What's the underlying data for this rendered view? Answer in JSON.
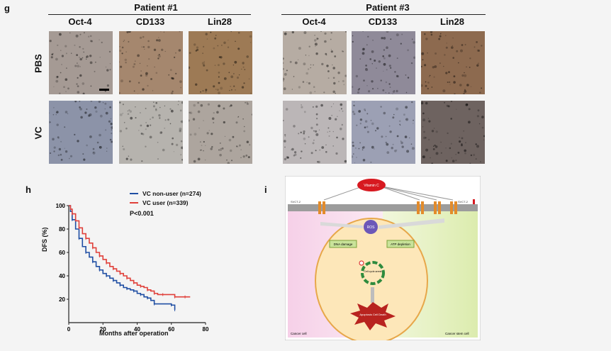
{
  "panels": {
    "g": "g",
    "h": "h",
    "i": "i"
  },
  "ihc": {
    "patients": [
      {
        "title": "Patient #1"
      },
      {
        "title": "Patient #3"
      }
    ],
    "columns": [
      "Oct-4",
      "CD133",
      "Lin28"
    ],
    "rows": [
      "PBS",
      "VC"
    ],
    "tile_colors": {
      "p1": [
        [
          "#a59a94",
          "#a5876e",
          "#9d7a55"
        ],
        [
          "#8c93a8",
          "#b6b3ae",
          "#ada59e"
        ]
      ],
      "p3": [
        [
          "#b6aca3",
          "#8f8a99",
          "#8d6a4f"
        ],
        [
          "#bbb6b7",
          "#9ca0b4",
          "#6e6360"
        ]
      ]
    }
  },
  "chart_data": {
    "type": "line",
    "title": "",
    "xlabel": "Months after operation",
    "ylabel": "DFS (%)",
    "xlim": [
      0,
      80
    ],
    "ylim": [
      0,
      100
    ],
    "xticks": [
      0,
      20,
      40,
      60,
      80
    ],
    "yticks": [
      20,
      40,
      60,
      80,
      100
    ],
    "annotation": "P<0.001",
    "series": [
      {
        "name": "VC non-user (n=274)",
        "color": "#1f4ea3",
        "points": [
          [
            0,
            100
          ],
          [
            1,
            95
          ],
          [
            2,
            88
          ],
          [
            4,
            80
          ],
          [
            6,
            72
          ],
          [
            8,
            65
          ],
          [
            10,
            60
          ],
          [
            12,
            56
          ],
          [
            14,
            52
          ],
          [
            16,
            48
          ],
          [
            18,
            45
          ],
          [
            20,
            42
          ],
          [
            22,
            40
          ],
          [
            24,
            38
          ],
          [
            26,
            36
          ],
          [
            28,
            34
          ],
          [
            30,
            32
          ],
          [
            32,
            30
          ],
          [
            34,
            29
          ],
          [
            36,
            28
          ],
          [
            38,
            27
          ],
          [
            40,
            25
          ],
          [
            42,
            24
          ],
          [
            44,
            22
          ],
          [
            46,
            21
          ],
          [
            48,
            19
          ],
          [
            50,
            16
          ],
          [
            55,
            16
          ],
          [
            60,
            15
          ],
          [
            61,
            15
          ],
          [
            62,
            11
          ]
        ]
      },
      {
        "name": "VC user (n=339)",
        "color": "#e0403a",
        "points": [
          [
            0,
            100
          ],
          [
            1,
            97
          ],
          [
            2,
            93
          ],
          [
            4,
            87
          ],
          [
            6,
            81
          ],
          [
            8,
            76
          ],
          [
            10,
            72
          ],
          [
            12,
            68
          ],
          [
            14,
            64
          ],
          [
            16,
            60
          ],
          [
            18,
            57
          ],
          [
            20,
            54
          ],
          [
            22,
            51
          ],
          [
            24,
            48
          ],
          [
            26,
            46
          ],
          [
            28,
            44
          ],
          [
            30,
            42
          ],
          [
            32,
            40
          ],
          [
            34,
            38
          ],
          [
            36,
            36
          ],
          [
            38,
            34
          ],
          [
            40,
            32
          ],
          [
            42,
            31
          ],
          [
            44,
            30
          ],
          [
            46,
            28
          ],
          [
            48,
            27
          ],
          [
            50,
            25
          ],
          [
            52,
            24
          ],
          [
            55,
            24
          ],
          [
            60,
            24
          ],
          [
            62,
            22
          ],
          [
            65,
            22
          ],
          [
            68,
            22
          ],
          [
            71,
            22
          ]
        ]
      }
    ]
  },
  "schematic": {
    "vitamin": "Vitamin C",
    "svct_left": "SVCT-2",
    "svct_right": "SVCT-2",
    "ros": "ROS",
    "dna": "DNA damage",
    "atp": "ATP depletion",
    "cellcycle": "Cell cycle arrest",
    "death": "Apoptosis Cell Death",
    "cancer_cell": "Cancer cell",
    "stem_cell": "Cancer stem cell"
  }
}
